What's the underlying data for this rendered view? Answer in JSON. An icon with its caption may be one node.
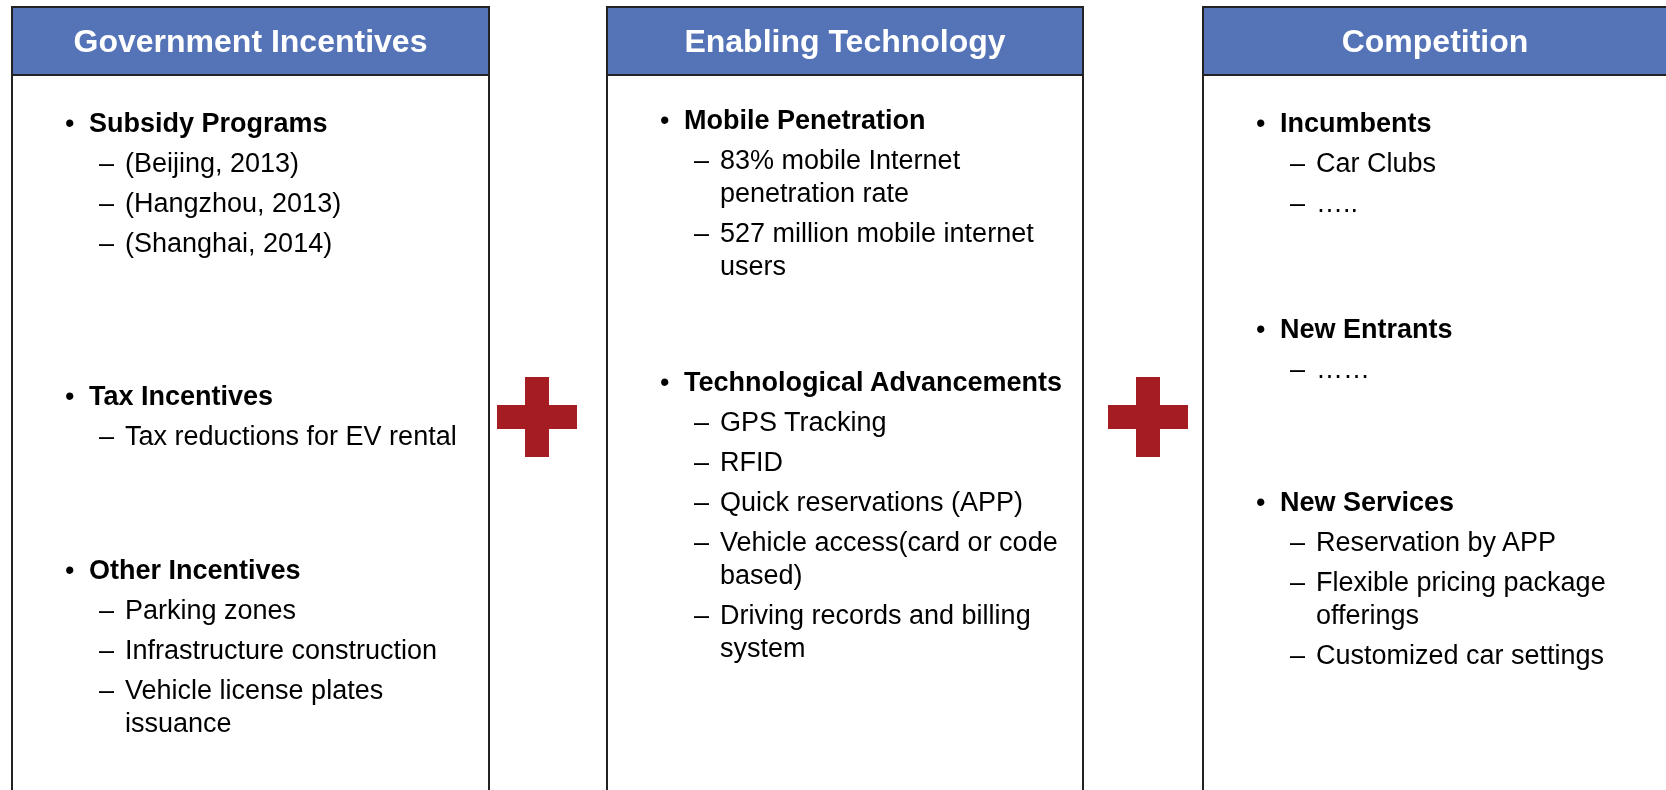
{
  "diagram": {
    "nodes": [
      {
        "text": [
          "Government Incentives"
        ]
      },
      {
        "text": [
          "•",
          "Subsidy Programs",
          "–",
          "(Beijing, 2013)",
          "–",
          "(Hangzhou, 2013)",
          "–",
          "(Shanghai, 2014)"
        ],
        "in": 0
      },
      {
        "text": [
          "•",
          "Tax Incentives",
          "–",
          "Tax reductions for EV rental"
        ],
        "in": 0
      },
      {
        "text": [
          "•",
          "Other Incentives",
          "–",
          "Parking zones",
          "–",
          "Infrastructure construction",
          "–",
          "Vehicle license plates issuance"
        ],
        "in": 0
      },
      {
        "text": [
          "Enabling Technology"
        ]
      },
      {
        "text": [
          "•",
          "Mobile Penetration",
          "–",
          "83% mobile Internet penetration rate",
          "–",
          "527 million mobile internet users"
        ],
        "in": 4
      },
      {
        "text": [
          "•",
          "Technological Advancements",
          "–",
          "GPS Tracking",
          "–",
          "RFID",
          "–",
          "Quick reservations (APP)",
          "–",
          "Vehicle access(card or code based)",
          "–",
          "Driving records and billing system"
        ],
        "in": 4
      },
      {
        "text": [
          "Competition"
        ]
      },
      {
        "text": [
          "•",
          "Incumbents",
          "–",
          "Car Clubs",
          "–",
          "….."
        ],
        "in": 7
      },
      {
        "text": [
          "•",
          "New Entrants",
          "–",
          "……"
        ],
        "in": 7
      },
      {
        "text": [
          "•",
          "New Services",
          "–",
          "Reservation by APP",
          "–",
          "Flexible pricing package offerings",
          "–",
          "Customized car settings"
        ],
        "in": 7
      }
    ]
  }
}
